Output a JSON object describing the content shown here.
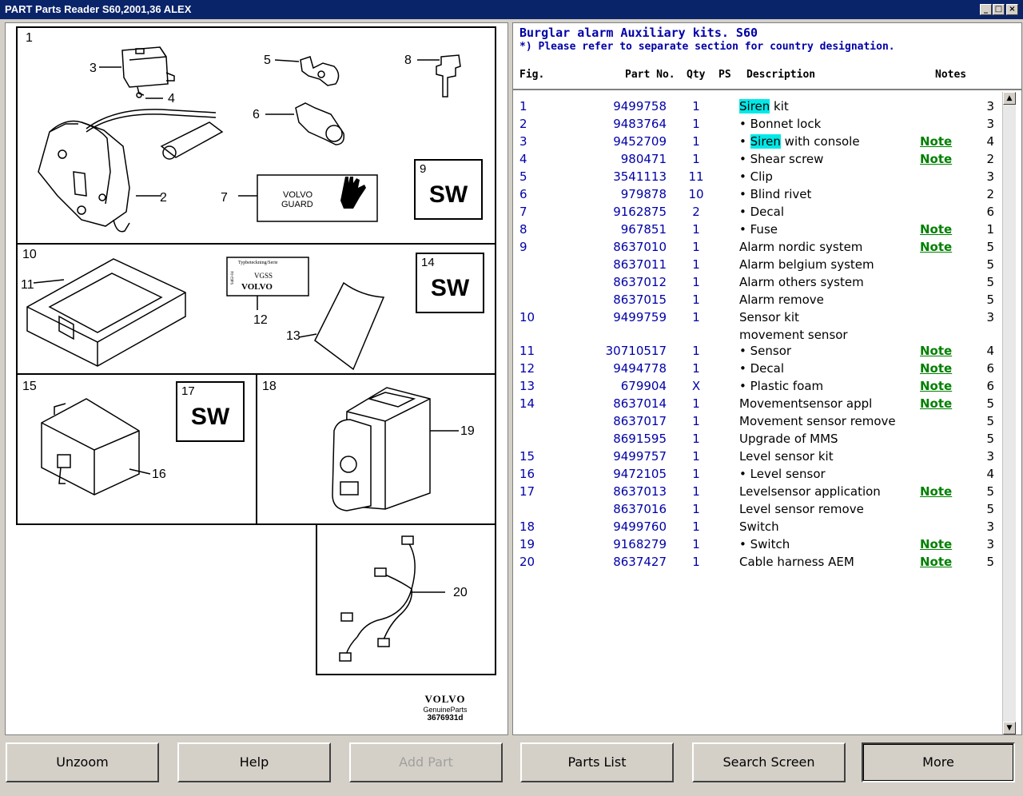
{
  "window": {
    "title": "PART Parts Reader S60,2001,36 ALEX"
  },
  "illustration": {
    "labels": [
      "1",
      "2",
      "3",
      "4",
      "5",
      "6",
      "7",
      "8",
      "10",
      "11",
      "12",
      "13",
      "15",
      "16",
      "18",
      "19",
      "20"
    ],
    "sw_boxes": [
      {
        "n": "9",
        "t": "SW"
      },
      {
        "n": "14",
        "t": "SW"
      },
      {
        "n": "17",
        "t": "SW"
      }
    ],
    "volvo_guard": [
      "VOLVO",
      "GUARD"
    ],
    "vgss_card": [
      "Typbeteckning/Serie",
      "VGSS",
      "VOLVO",
      "9462-04"
    ],
    "logo": {
      "brand": "VOLVO",
      "tagline": "GenuineParts",
      "code": "3676931d"
    }
  },
  "header": {
    "title": "Burglar alarm Auxiliary kits. S60",
    "subtitle": "*) Please refer to separate section for country designation.",
    "columns": {
      "fig": "Fig.",
      "part_no": "Part No.",
      "qty": "Qty",
      "ps": "PS",
      "description": "Description",
      "notes": "Notes"
    }
  },
  "rows": [
    {
      "fig": "1",
      "part": "9499758",
      "qty": "1",
      "desc": "kit",
      "hl": "Siren",
      "bullet": false,
      "note": "",
      "ref": "3"
    },
    {
      "fig": "2",
      "part": "9483764",
      "qty": "1",
      "desc": "Bonnet lock",
      "bullet": true,
      "note": "",
      "ref": "3"
    },
    {
      "fig": "3",
      "part": "9452709",
      "qty": "1",
      "desc": "with console",
      "hl": "Siren",
      "bullet": true,
      "note": "Note",
      "ref": "4"
    },
    {
      "fig": "4",
      "part": "980471",
      "qty": "1",
      "desc": "Shear screw",
      "bullet": true,
      "note": "Note",
      "ref": "2"
    },
    {
      "fig": "5",
      "part": "3541113",
      "qty": "11",
      "desc": "Clip",
      "bullet": true,
      "note": "",
      "ref": "3"
    },
    {
      "fig": "6",
      "part": "979878",
      "qty": "10",
      "desc": "Blind rivet",
      "bullet": true,
      "note": "",
      "ref": "2"
    },
    {
      "fig": "7",
      "part": "9162875",
      "qty": "2",
      "desc": "Decal",
      "bullet": true,
      "note": "",
      "ref": "6"
    },
    {
      "fig": "8",
      "part": "967851",
      "qty": "1",
      "desc": "Fuse",
      "bullet": true,
      "note": "Note",
      "ref": "1"
    },
    {
      "fig": "9",
      "part": "8637010",
      "qty": "1",
      "desc": "Alarm nordic system",
      "bullet": false,
      "note": "Note",
      "ref": "5"
    },
    {
      "fig": "",
      "part": "8637011",
      "qty": "1",
      "desc": "Alarm belgium system",
      "bullet": false,
      "note": "",
      "ref": "5"
    },
    {
      "fig": "",
      "part": "8637012",
      "qty": "1",
      "desc": "Alarm others system",
      "bullet": false,
      "note": "",
      "ref": "5"
    },
    {
      "fig": "",
      "part": "8637015",
      "qty": "1",
      "desc": "Alarm remove",
      "bullet": false,
      "note": "",
      "ref": "5"
    },
    {
      "fig": "10",
      "part": "9499759",
      "qty": "1",
      "desc": "Sensor kit",
      "desc2": "movement sensor",
      "bullet": false,
      "note": "",
      "ref": "3"
    },
    {
      "fig": "11",
      "part": "30710517",
      "qty": "1",
      "desc": "Sensor",
      "bullet": true,
      "note": "Note",
      "ref": "4"
    },
    {
      "fig": "12",
      "part": "9494778",
      "qty": "1",
      "desc": "Decal",
      "bullet": true,
      "note": "Note",
      "ref": "6"
    },
    {
      "fig": "13",
      "part": "679904",
      "qty": "X",
      "desc": "Plastic foam",
      "bullet": true,
      "note": "Note",
      "ref": "6"
    },
    {
      "fig": "14",
      "part": "8637014",
      "qty": "1",
      "desc": "Movementsensor appl",
      "bullet": false,
      "note": "Note",
      "ref": "5"
    },
    {
      "fig": "",
      "part": "8637017",
      "qty": "1",
      "desc": "Movement sensor remove",
      "bullet": false,
      "note": "",
      "ref": "5"
    },
    {
      "fig": "",
      "part": "8691595",
      "qty": "1",
      "desc": "Upgrade of MMS",
      "bullet": false,
      "note": "",
      "ref": "5"
    },
    {
      "fig": "15",
      "part": "9499757",
      "qty": "1",
      "desc": "Level sensor kit",
      "bullet": false,
      "note": "",
      "ref": "3"
    },
    {
      "fig": "16",
      "part": "9472105",
      "qty": "1",
      "desc": "Level sensor",
      "bullet": true,
      "note": "",
      "ref": "4"
    },
    {
      "fig": "17",
      "part": "8637013",
      "qty": "1",
      "desc": "Levelsensor application",
      "bullet": false,
      "note": "Note",
      "ref": "5"
    },
    {
      "fig": "",
      "part": "8637016",
      "qty": "1",
      "desc": "Level sensor remove",
      "bullet": false,
      "note": "",
      "ref": "5"
    },
    {
      "fig": "18",
      "part": "9499760",
      "qty": "1",
      "desc": "Switch",
      "bullet": false,
      "note": "",
      "ref": "3"
    },
    {
      "fig": "19",
      "part": "9168279",
      "qty": "1",
      "desc": "Switch",
      "bullet": true,
      "note": "Note",
      "ref": "3"
    },
    {
      "fig": "20",
      "part": "8637427",
      "qty": "1",
      "desc": "Cable harness AEM",
      "bullet": false,
      "note": "Note",
      "ref": "5"
    }
  ],
  "buttons": {
    "unzoom": "Unzoom",
    "help": "Help",
    "add_part": "Add Part",
    "parts_list": "Parts List",
    "search_screen": "Search Screen",
    "more": "More"
  }
}
